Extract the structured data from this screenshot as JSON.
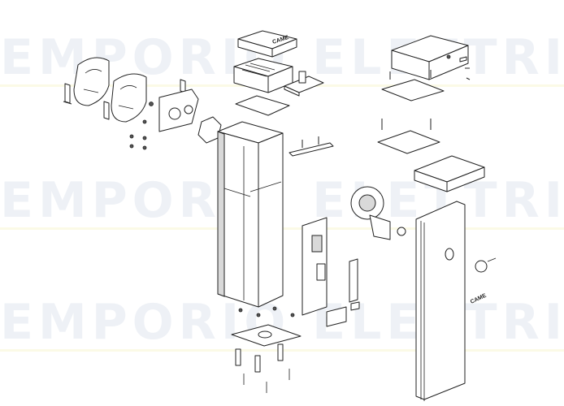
{
  "watermark": {
    "text_1": "EMPORIO ELETTRICO",
    "text_2": "EMPORIO ELETTRICO",
    "text_3": "EMPORIO ELETTRICO"
  },
  "logos": {
    "control_box_lid": "CAME",
    "cover_panel": "CAME"
  },
  "colors": {
    "background": "#ffffff",
    "line": "#222222",
    "watermark": "#eef1f6"
  }
}
